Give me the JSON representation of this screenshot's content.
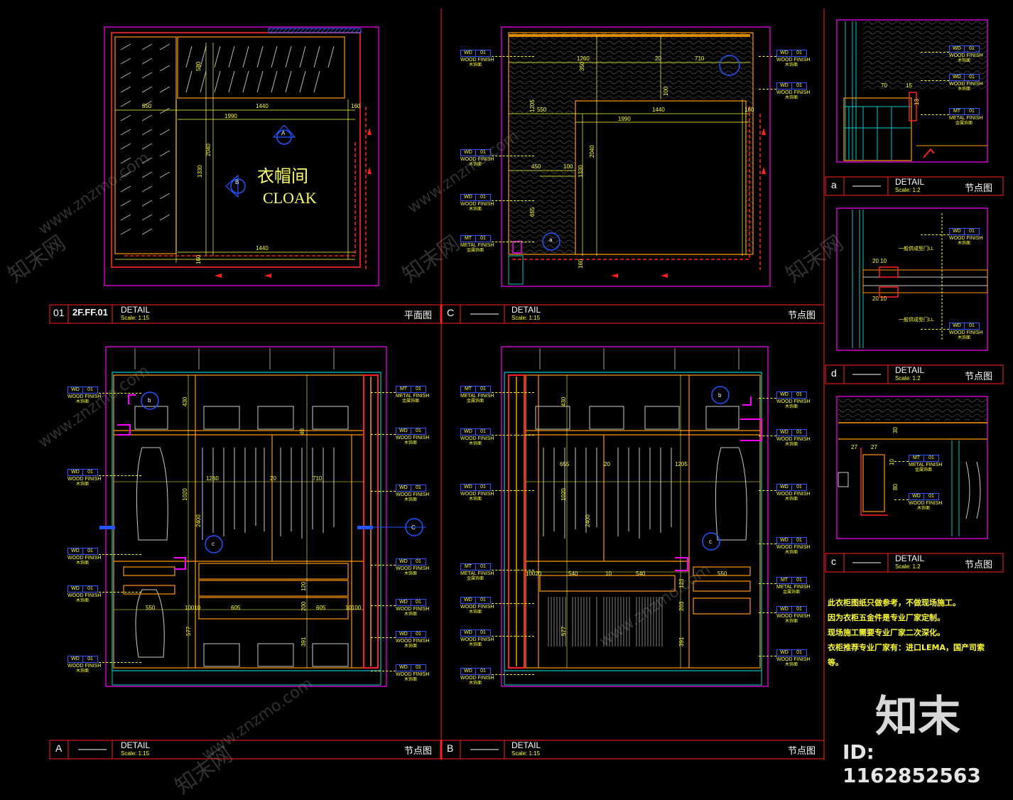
{
  "colors": {
    "bg": "#000000",
    "frame": "#ff00ff",
    "red": "#ff2020",
    "yellow": "#ffff33",
    "orange": "#ff9900",
    "cyan": "#00cccc",
    "blue": "#2255ff",
    "white": "#ffffff"
  },
  "panels": {
    "p01": {
      "num": "01",
      "code": "2F.FF.01",
      "title": "DETAIL",
      "scale": "Scale: 1:15",
      "label": "平面图"
    },
    "pC": {
      "num": "C",
      "title": "DETAIL",
      "scale": "Scale: 1:15",
      "label": "节点图"
    },
    "pA": {
      "num": "A",
      "title": "DETAIL",
      "scale": "Scale: 1:15",
      "label": "节点图"
    },
    "pB": {
      "num": "B",
      "title": "DETAIL",
      "scale": "Scale: 1:15",
      "label": "节点图"
    },
    "pa": {
      "num": "a",
      "title": "DETAIL",
      "scale": "Scale: 1:2",
      "label": "节点图"
    },
    "pd": {
      "num": "d",
      "title": "DETAIL",
      "scale": "Scale: 1:2",
      "label": "节点图"
    },
    "pc": {
      "num": "c",
      "title": "DETAIL",
      "scale": "Scale: 1:2",
      "label": "节点图"
    }
  },
  "plan": {
    "room_cn": "衣帽间",
    "room_en": "CLOAK",
    "mark_a": "A",
    "mark_b": "B",
    "dims": {
      "d550": "550",
      "d1440_top": "1440",
      "d1990": "1990",
      "d160": "160",
      "d2040": "2040",
      "d1330": "1330",
      "d1440_bot": "1440",
      "d160_b": "160",
      "d580": "580"
    }
  },
  "elevC": {
    "dims": {
      "d1260": "1260",
      "d20": "20",
      "d710": "710",
      "d350": "350",
      "d550": "550",
      "d1440": "1440",
      "d1990": "1990",
      "d160": "160",
      "d1205": "1205",
      "d2040": "2040",
      "d450": "450",
      "d100": "100",
      "d1330": "1330",
      "d655": "655",
      "d100b": "100",
      "d160b": "160"
    },
    "callout": "a"
  },
  "elevA": {
    "dims": {
      "d430": "430",
      "d1260": "1260",
      "d20": "20",
      "d710": "710",
      "d1020": "1020",
      "d2400": "2400",
      "d550": "550",
      "d10010": "10010",
      "d605": "605",
      "d605b": "605",
      "d10100": "10100",
      "d577": "577",
      "d391": "391",
      "d120": "120",
      "d200": "200",
      "d40": "40"
    },
    "callouts": {
      "b": "b",
      "c": "c",
      "C": "C"
    }
  },
  "elevB": {
    "dims": {
      "d430": "430",
      "d655": "655",
      "d20": "20",
      "d1205": "1205",
      "d1020": "1020",
      "d2400": "2400",
      "d10020": "10020",
      "d540": "540",
      "d10": "10",
      "d540b": "540",
      "d550": "550",
      "d577": "577",
      "d391": "391",
      "d203": "203",
      "d123": "123"
    },
    "callouts": {
      "b": "b",
      "c": "c"
    }
  },
  "tags": {
    "wd_code": "WD",
    "wd_num": "01",
    "wd_en": "WOOD FINISH",
    "wd_cn": "木饰面",
    "mt_code": "MT",
    "mt_num": "01",
    "mt_en": "METAL FINISH",
    "mt_cn": "金属饰面"
  },
  "details": {
    "a": {
      "d70": "70",
      "d15": "15",
      "d13": "13"
    },
    "d": {
      "d2010a": "20 10",
      "d2010b": "20 10",
      "noteA": "一般供成型门LL",
      "noteB": "一般供成型门LL"
    },
    "c": {
      "d27": "27",
      "d27b": "27",
      "d30": "30",
      "d80": "80",
      "d10": "10"
    }
  },
  "notes": [
    "此衣柜图纸只做参考，不做现场施工。",
    "因为衣柜五金件是专业厂家定制。",
    "现场施工需要专业厂家二次深化。",
    "衣柜推荐专业厂家有：进口LEMA，国产司索等。"
  ],
  "watermark": {
    "logo": "知末",
    "id": "ID: 1162852563",
    "site": "www.znzmo.com",
    "cn": "知末网"
  }
}
